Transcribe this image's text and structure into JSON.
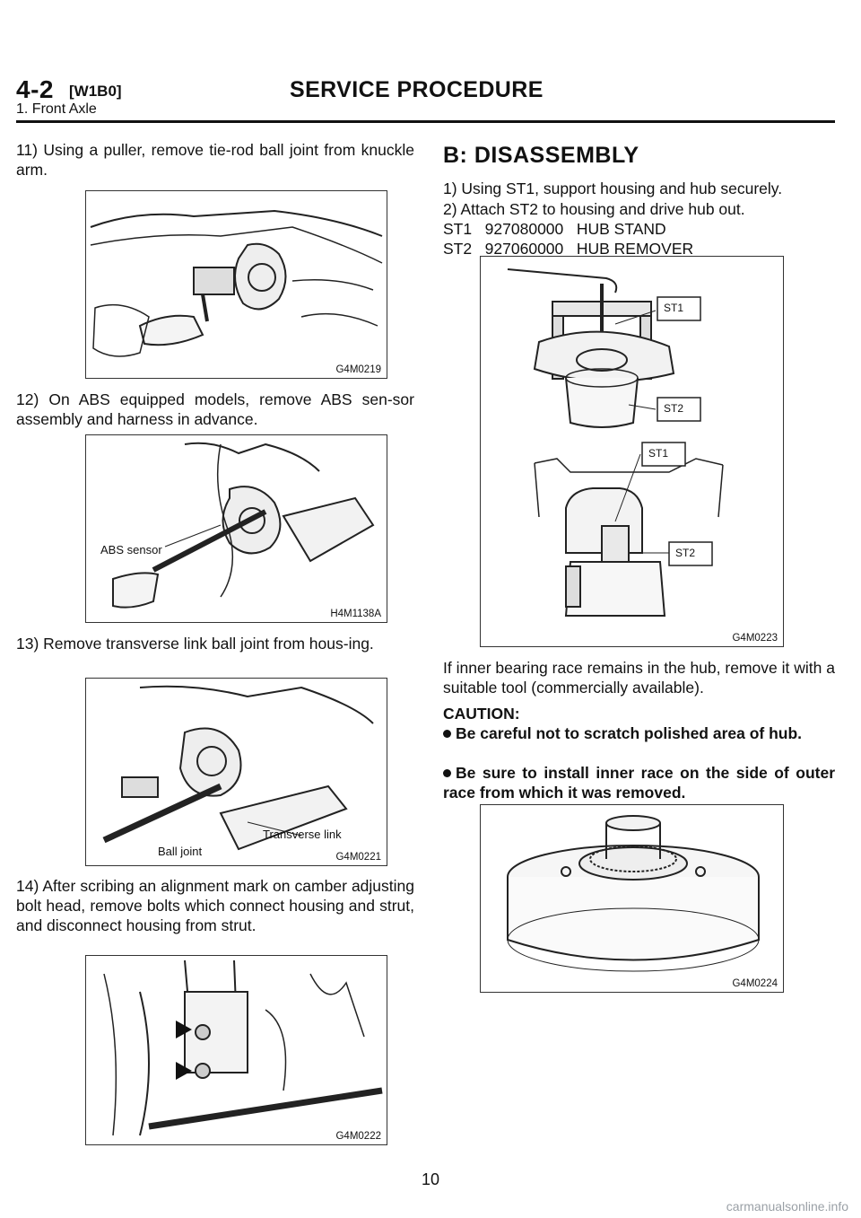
{
  "header": {
    "section_number": "4-2",
    "section_code": "[W1B0]",
    "title": "SERVICE PROCEDURE",
    "subtitle": "1. Front Axle"
  },
  "left_column": {
    "step11": "11) Using a puller, remove tie-rod ball joint from knuckle arm.",
    "fig1_code": "G4M0219",
    "step12": "12) On ABS equipped models, remove ABS sen-sor assembly and harness in advance.",
    "fig2_code": "H4M1138A",
    "fig2_label": "ABS sensor",
    "step13": "13) Remove transverse link ball joint from hous-ing.",
    "fig3_code": "G4M0221",
    "fig3_label_transverse": "Transverse link",
    "fig3_label_ball": "Ball joint",
    "step14": "14) After scribing an alignment mark on camber adjusting bolt head, remove bolts which connect housing and strut, and disconnect housing from strut.",
    "fig4_code": "G4M0222"
  },
  "right_column": {
    "heading": "B: DISASSEMBLY",
    "step1": "1) Using ST1, support housing and hub securely.",
    "step2": "2) Attach ST2 to housing and drive hub out.",
    "tool1": "ST1   927080000   HUB STAND",
    "tool2": "ST2   927060000   HUB REMOVER",
    "fig5_code": "G4M0223",
    "fig5_labels": [
      "ST1",
      "ST2",
      "ST1",
      "ST2"
    ],
    "note": "If inner bearing race remains in the hub, remove it with a suitable tool (commercially available).",
    "caution_title": "CAUTION:",
    "caution1": "Be careful not to scratch polished area of hub.",
    "caution2": "Be sure to install inner race on the side of outer race from which it was removed.",
    "fig6_code": "G4M0224"
  },
  "footer": {
    "page_number": "10",
    "watermark": "carmanualsonline.info"
  }
}
